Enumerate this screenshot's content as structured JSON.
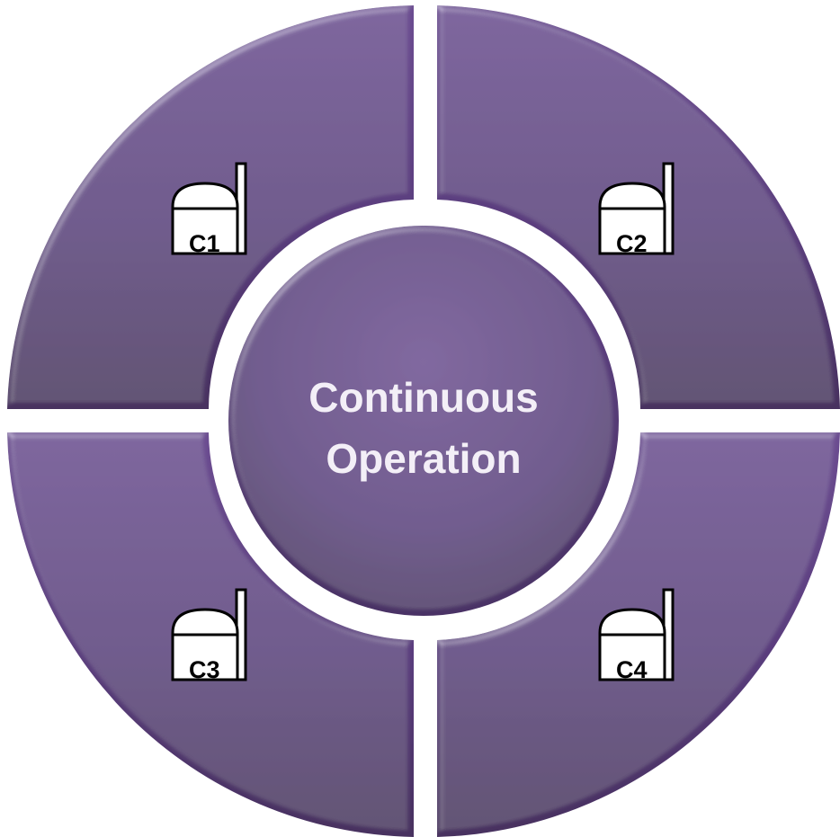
{
  "center": {
    "line1": "Continuous",
    "line2": "Operation"
  },
  "segments": [
    {
      "label": "C1",
      "icon": "reactor-building-icon"
    },
    {
      "label": "C2",
      "icon": "reactor-building-icon"
    },
    {
      "label": "C3",
      "icon": "reactor-building-icon"
    },
    {
      "label": "C4",
      "icon": "reactor-building-icon"
    }
  ],
  "colors": {
    "segment_fill": "#5b3f7f",
    "segment_light": "#6e4e93",
    "segment_dark": "#43295f",
    "gap": "#ffffff",
    "center_text": "#f3eff7"
  }
}
